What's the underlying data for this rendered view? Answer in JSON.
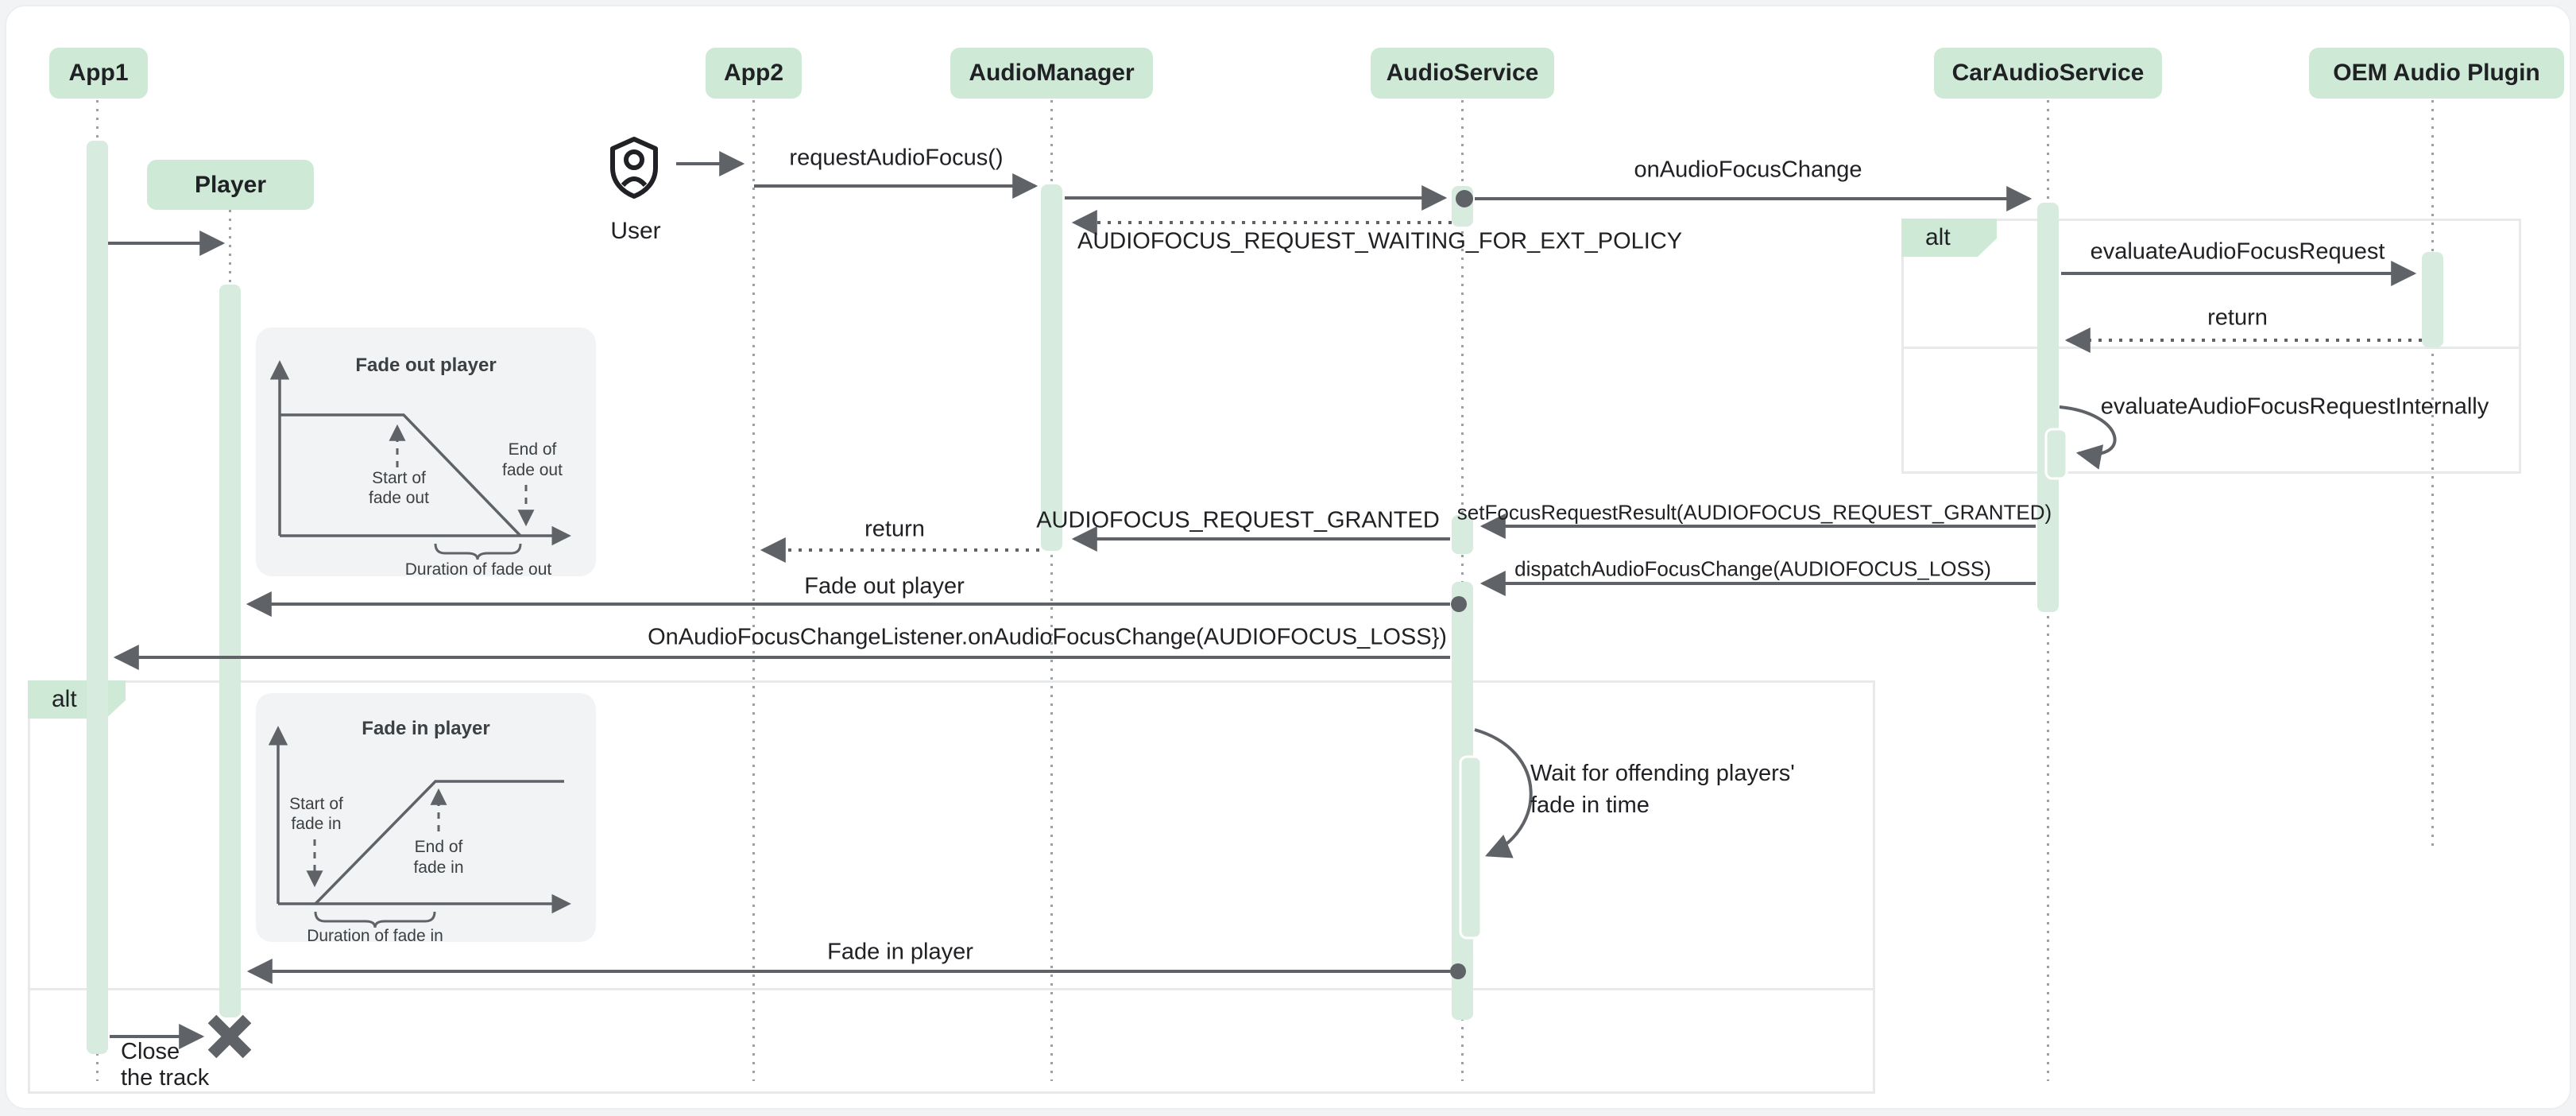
{
  "participants": {
    "app1": "App1",
    "player": "Player",
    "app2": "App2",
    "audio_manager": "AudioManager",
    "audio_service": "AudioService",
    "car_audio_service": "CarAudioService",
    "oem_audio_plugin": "OEM Audio Plugin"
  },
  "actor": {
    "label": "User"
  },
  "frames": {
    "alt": "alt"
  },
  "messages": {
    "request_audio_focus": "requestAudioFocus()",
    "on_audio_focus_change": "onAudioFocusChange",
    "waiting_policy": "AUDIOFOCUS_REQUEST_WAITING_FOR_EXT_POLICY",
    "evaluate_request": "evaluateAudioFocusRequest",
    "return_1": "return",
    "evaluate_internally": "evaluateAudioFocusRequestInternally",
    "set_focus_request_result": "setFocusRequestResult(AUDIOFOCUS_REQUEST_GRANTED)",
    "request_granted": "AUDIOFOCUS_REQUEST_GRANTED",
    "return_2": "return",
    "dispatch_focus_change": "dispatchAudioFocusChange(AUDIOFOCUS_LOSS)",
    "fade_out_player": "Fade out player",
    "focus_change_listener": "OnAudioFocusChangeListener.onAudioFocusChange(AUDIOFOCUS_LOSS})",
    "wait_line1": "Wait for offending players'",
    "wait_line2": "fade in time",
    "fade_in_player": "Fade in player",
    "close_line1": "Close",
    "close_line2": "the track"
  },
  "insets": {
    "fade_out": {
      "title": "Fade out player",
      "start_1": "Start of",
      "start_2": "fade out",
      "end_1": "End of",
      "end_2": "fade out",
      "duration": "Duration of fade out"
    },
    "fade_in": {
      "title": "Fade in player",
      "start_1": "Start of",
      "start_2": "fade in",
      "end_1": "End of",
      "end_2": "fade in",
      "duration": "Duration of fade in"
    }
  },
  "colors": {
    "participant_bg": "#ceead6",
    "activation_bg": "#d7ecdf",
    "line": "#5f6368",
    "lifeline": "#9aa0a6",
    "text": "#202124",
    "frame_border": "#e7e9eb",
    "inset_bg": "#f1f3f4",
    "page_bg": "#f1f3f4"
  }
}
